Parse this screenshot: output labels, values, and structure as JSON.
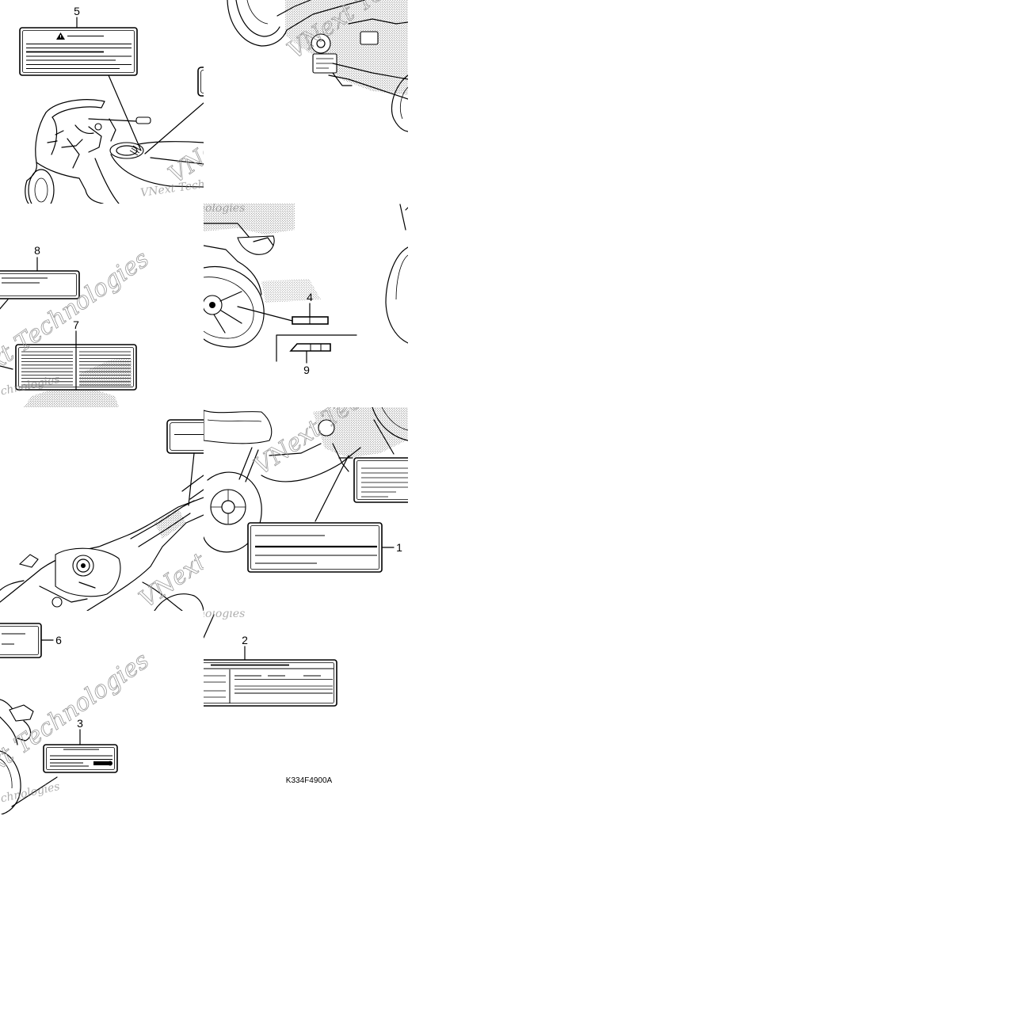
{
  "callouts": [
    "5",
    "8",
    "7",
    "4",
    "9",
    "1",
    "6",
    "3",
    "2"
  ],
  "part_code": "K334F4900A",
  "watermark": "VNext Technologies",
  "icons": {
    "label_5": "warning-icon"
  }
}
